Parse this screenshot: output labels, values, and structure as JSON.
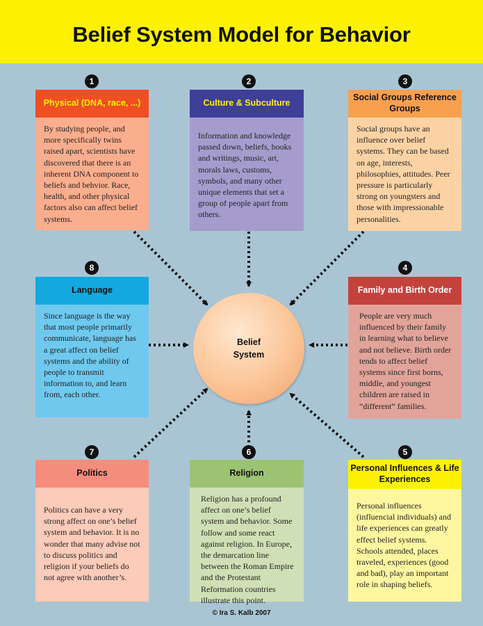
{
  "title": "Belief System Model for Behavior",
  "center": {
    "line1": "Belief",
    "line2": "System"
  },
  "copyright": "© Ira S. Kalb 2007",
  "colors": {
    "header": "#fff200",
    "background": "#a9c5d4"
  },
  "cards": [
    {
      "number": "1",
      "title": "Physical (DNA, race, ...)",
      "body": "By studying people, and more specifically twins raised apart, scientists have discovered that there is an inherent DNA component to beliefs and behvior. Race, health, and other physical factors also can affect belief systems."
    },
    {
      "number": "2",
      "title": "Culture & Subculture",
      "body": "Information and knowledge passed down, beliefs, books and writings, music, art, morals laws, customs, symbols, and many other unique elements that set a group of people apart from others."
    },
    {
      "number": "3",
      "title": "Social Groups Reference Groups",
      "body": "Social groups have an influence over belief systems. They can be based on age, interests, philosophies, attitudes. Peer pressure is particularly strong on youngsters and those with impressionable personalities."
    },
    {
      "number": "4",
      "title": "Family and Birth Order",
      "body": "People are very much influenced by their family in learning what to believe and not believe. Birth order tends to affect belief systems since first borns, middle, and youngest children are raised in “different” families."
    },
    {
      "number": "5",
      "title": "Personal Influences & Life Experiences",
      "body": "Personal influences (influencial individuals) and life experiences can greatly effect belief systems. Schools attended, places traveled, experiences (good and bad), play an important role in shaping beliefs."
    },
    {
      "number": "6",
      "title": "Religion",
      "body": "Religion has a profound affect on one’s belief system and behavior. Some follow and some react against religion. In Europe, the demarcation line between the Roman Empire and the Protestant Reformation countries illustrate this point."
    },
    {
      "number": "7",
      "title": "Politics",
      "body": "Politics can have a very strong affect on one’s belief system and behavior. It is no wonder that many advise not to discuss politics and religion if your beliefs do not agree with another’s."
    },
    {
      "number": "8",
      "title": "Language",
      "body": "Since language is the way that most people primarily communicate, language has a great affect on belief systems and the ability of people to transmit information to, and learn from, each other."
    }
  ]
}
